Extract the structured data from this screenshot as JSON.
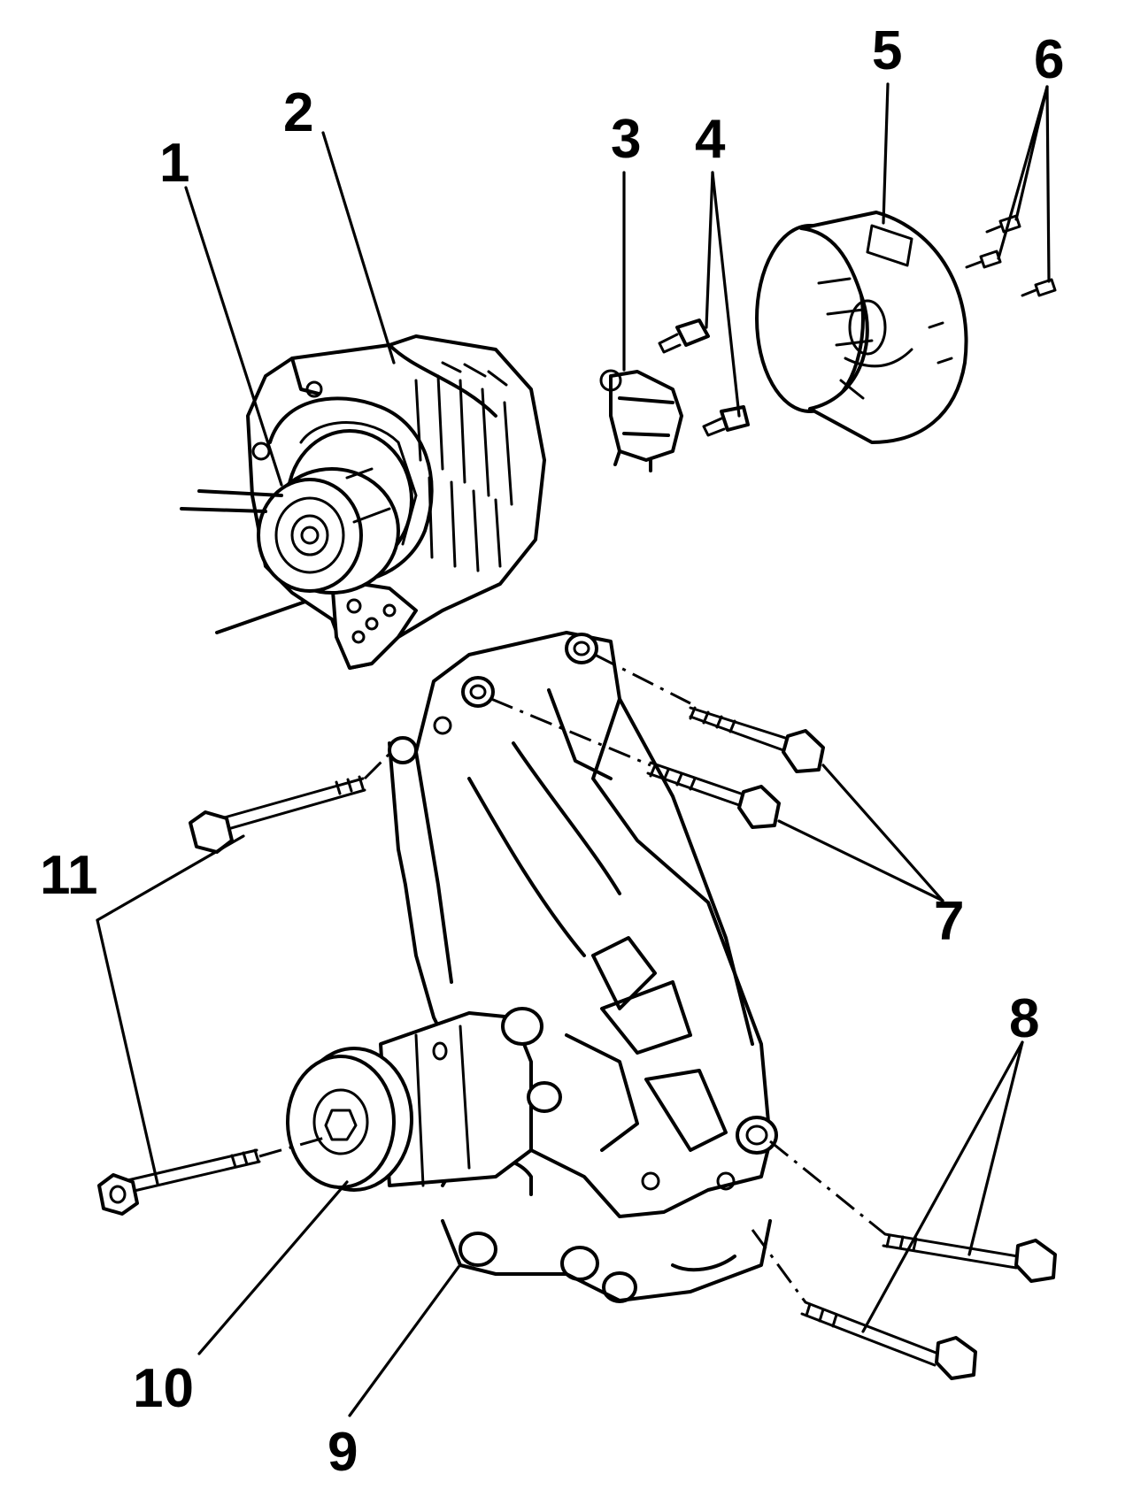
{
  "callouts": [
    "1",
    "2",
    "3",
    "4",
    "5",
    "6",
    "7",
    "8",
    "9",
    "10",
    "11"
  ],
  "colors": {
    "line": "#000000",
    "background": "#ffffff"
  }
}
